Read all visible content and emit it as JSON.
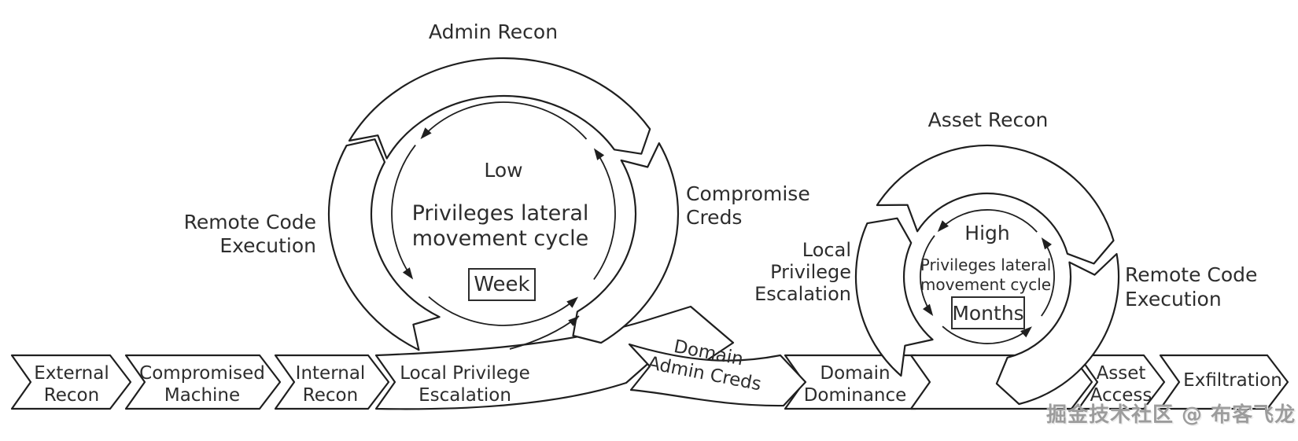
{
  "left_cycle": {
    "top_label": "Admin Recon",
    "side_left": [
      "Remote Code",
      "Execution"
    ],
    "side_right": [
      "Compromise",
      "Creds"
    ],
    "privilege_level": "Low",
    "center_lines": [
      "Privileges lateral",
      "movement cycle"
    ],
    "duration": "Week"
  },
  "right_cycle": {
    "top_label": "Asset Recon",
    "side_left": [
      "Local",
      "Privilege",
      "Escalation"
    ],
    "side_right": [
      "Remote Code",
      "Execution"
    ],
    "privilege_level": "High",
    "center_lines": [
      "Privileges lateral",
      "movement cycle"
    ],
    "duration": "Months"
  },
  "flow_steps": [
    {
      "id": "external-recon",
      "lines": [
        "External",
        "Recon"
      ]
    },
    {
      "id": "compromised-machine",
      "lines": [
        "Compromised",
        "Machine"
      ]
    },
    {
      "id": "internal-recon",
      "lines": [
        "Internal",
        "Recon"
      ]
    },
    {
      "id": "local-privilege-escalation",
      "lines": [
        "Local Privilege",
        "Escalation"
      ]
    },
    {
      "id": "domain-admin-creds",
      "lines": [
        "Domain",
        "Admin Creds"
      ]
    },
    {
      "id": "domain-dominance",
      "lines": [
        "Domain",
        "Dominance"
      ]
    },
    {
      "id": "asset-access",
      "lines": [
        "Asset",
        "Access"
      ]
    },
    {
      "id": "exfiltration",
      "lines": [
        "Exfiltration"
      ]
    }
  ],
  "watermark": "掘金技术社区 @ 布客飞龙",
  "colors": {
    "line": "#1f1f1f",
    "text": "#2d2d2d",
    "watermark": "#9c9c9c",
    "background": "#ffffff"
  }
}
